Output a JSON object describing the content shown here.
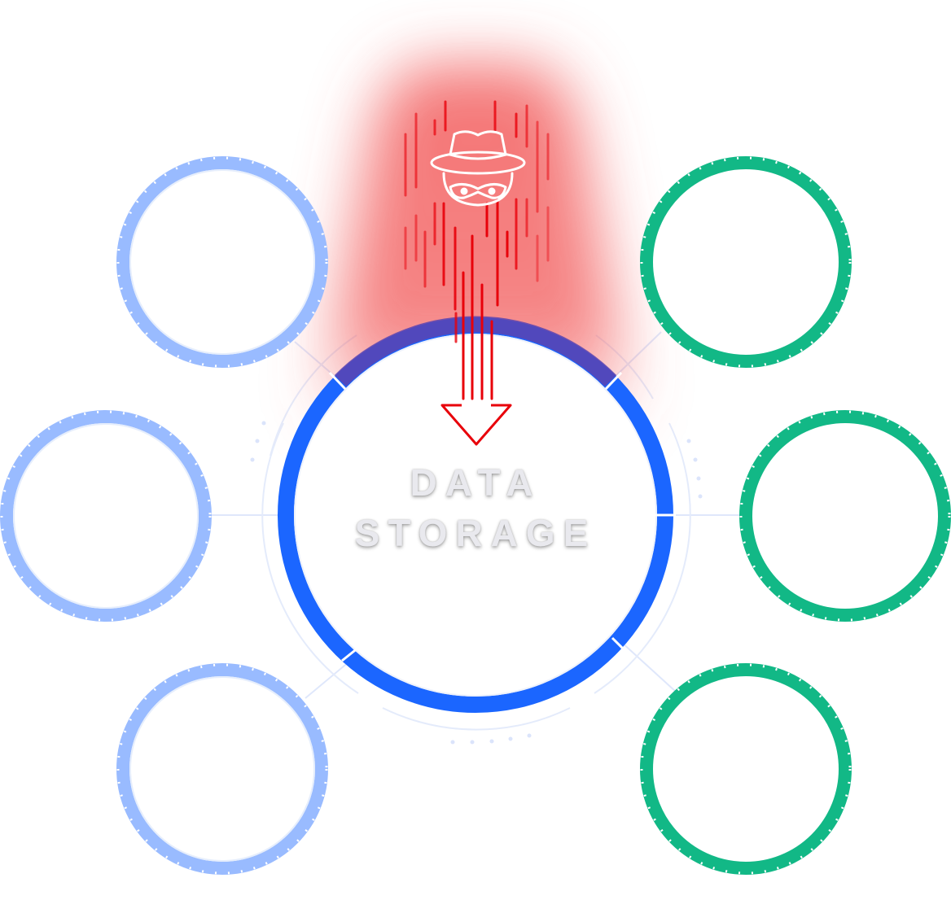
{
  "center": {
    "line1": "DATA",
    "line2": "STORAGE",
    "ring_color": "#1b66ff",
    "ring_top_color": "#5a43b0"
  },
  "colors": {
    "left_nodes": "#99bbff",
    "right_nodes": "#12b886",
    "threat": "#e8000a",
    "glow": "#f05a5a",
    "connector": "#dde6fb"
  },
  "nodes": {
    "left": [
      "node-left-top",
      "node-left-middle",
      "node-left-bottom"
    ],
    "right": [
      "node-right-top",
      "node-right-middle",
      "node-right-bottom"
    ]
  },
  "threat": {
    "icon": "hacker-spy-icon",
    "arrow": "arrow-down-icon"
  }
}
